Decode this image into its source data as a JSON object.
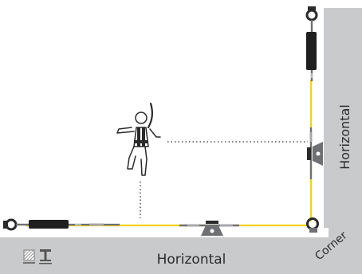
{
  "labels": {
    "bottom_wall": "Horizontal",
    "right_wall": "Horizontal",
    "corner": "Corner"
  },
  "colors": {
    "wall": "#c9cacc",
    "lifeline": "#f2d21c",
    "hardware": "#6e7073",
    "absorber": "#1f1f1f",
    "outline": "#2a2a2a",
    "dots": "#333333"
  },
  "icons": {
    "wall_legend": "hatched-square-icon",
    "beam_legend": "i-beam-icon",
    "worker": "harnessed-worker-icon"
  }
}
